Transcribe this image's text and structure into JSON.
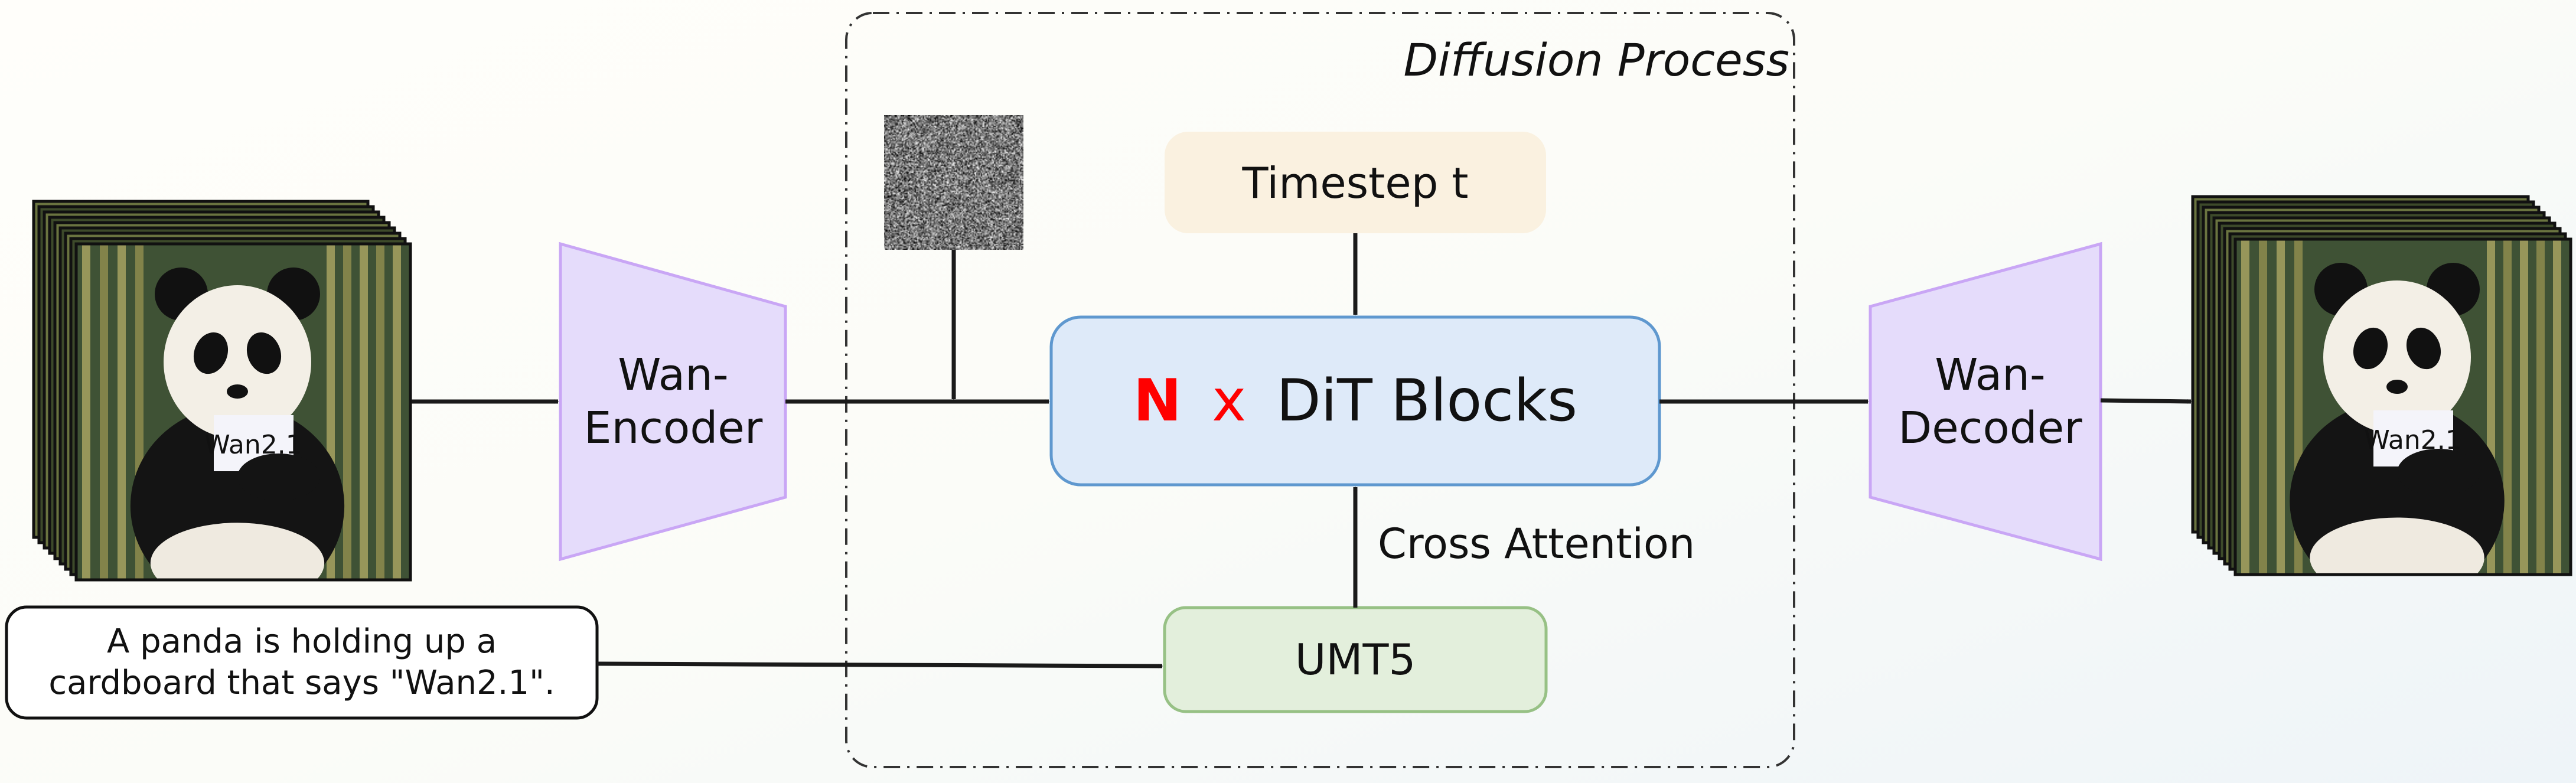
{
  "diffusion_label": "Diffusion Process",
  "encoder": {
    "line1": "Wan-",
    "line2": "Encoder"
  },
  "decoder": {
    "line1": "Wan-",
    "line2": "Decoder"
  },
  "timestep": "Timestep t",
  "dit": {
    "n": "N",
    "x": "x",
    "label": "DiT Blocks"
  },
  "cross_attention": "Cross Attention",
  "umt5": "UMT5",
  "prompt": {
    "line1": "A panda is holding up a",
    "line2": "cardboard that says \"Wan2.1\"."
  },
  "sign_text": "Wan2.1",
  "colors": {
    "encoder_fill": "#e5dcfb",
    "encoder_stroke": "#c9a6f5",
    "timestep_fill": "#faf1e0",
    "dit_fill": "#deeaf9",
    "dit_stroke": "#5f98cf",
    "umt5_fill": "#e3efdc",
    "umt5_stroke": "#97c185",
    "n_red": "#ff0000"
  }
}
